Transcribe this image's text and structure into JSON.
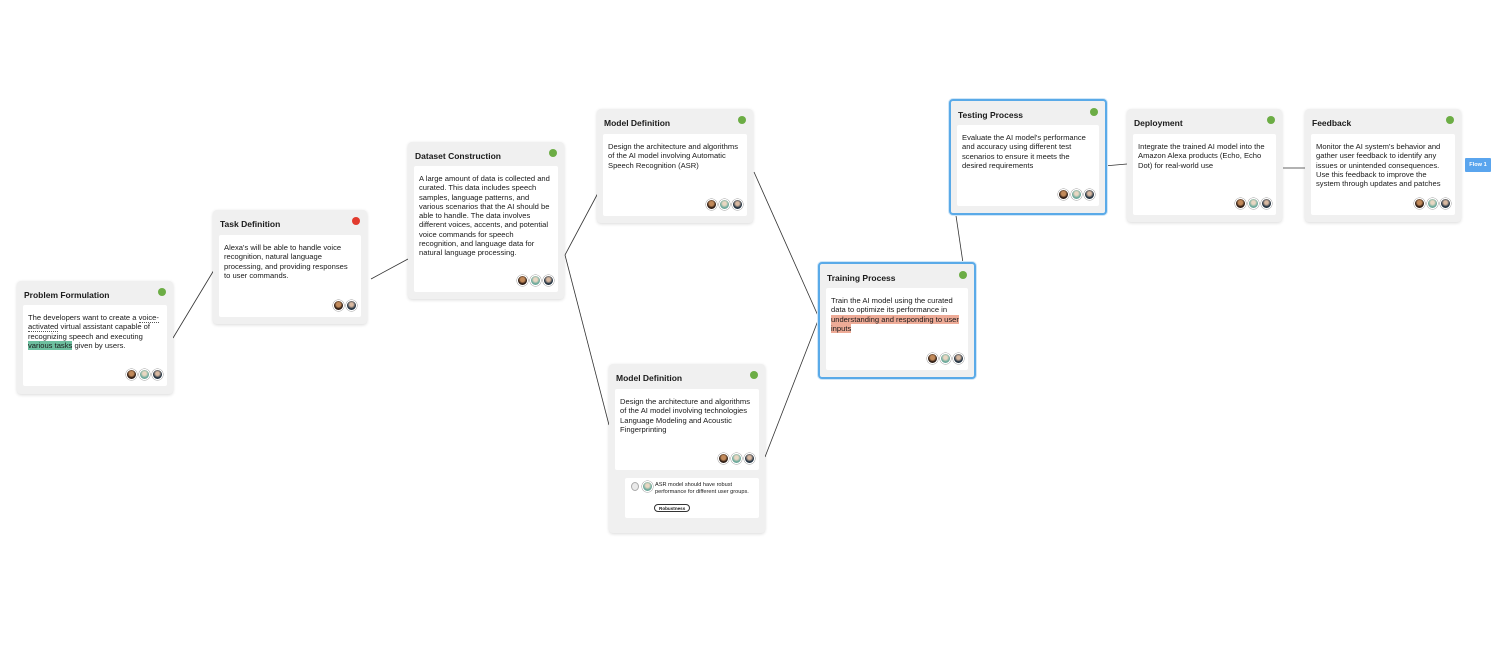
{
  "cards": {
    "problem_formulation": {
      "title": "Problem Formulation",
      "status_color": "#6cad45",
      "text_parts": [
        "The developers want to create a ",
        "voice-activated",
        " virtual assistant capable of recognizing speech and executing ",
        "various tasks",
        " given by users."
      ]
    },
    "task_definition": {
      "title": "Task Definition",
      "status_color": "#e23b2e",
      "text": "Alexa's will be able to handle voice recognition, natural language processing, and providing responses to user commands."
    },
    "dataset_construction": {
      "title": "Dataset Construction",
      "status_color": "#6cad45",
      "text": "A large amount of data is collected and curated. This data includes speech samples, language patterns, and various scenarios that the AI should be able to handle. The data involves different voices, accents, and potential voice commands for speech recognition, and language data for natural language processing."
    },
    "model_definition_asr": {
      "title": "Model Definition",
      "status_color": "#6cad45",
      "text": "Design the architecture and algorithms of the AI model involving Automatic Speech Recognition (ASR)"
    },
    "model_definition_lm": {
      "title": "Model Definition",
      "status_color": "#6cad45",
      "text": "Design the architecture and algorithms of the AI model involving technologies Language Modeling and Acoustic Fingerprinting",
      "comment": {
        "text": "ASR model should have robust performance for different user groups.",
        "tag": "Robustness"
      }
    },
    "training_process": {
      "title": "Training Process",
      "status_color": "#6cad45",
      "text_parts": [
        "Train the AI model using the curated data to optimize its performance in ",
        "understanding and responding to user inputs"
      ]
    },
    "testing_process": {
      "title": "Testing Process",
      "status_color": "#6cad45",
      "text": "Evaluate the AI model's performance and accuracy using different test scenarios to ensure it meets the desired requirements"
    },
    "deployment": {
      "title": "Deployment",
      "status_color": "#6cad45",
      "text": "Integrate the trained AI model into the Amazon Alexa products (Echo, Echo Dot) for real-world use"
    },
    "feedback": {
      "title": "Feedback",
      "status_color": "#6cad45",
      "text": "Monitor the AI system's behavior and gather user feedback to identify any issues or unintended consequences. Use this feedback to improve the system through updates and patches"
    }
  },
  "flow_tag": "Flow 1",
  "colors": {
    "card_bg": "#f0f0f0",
    "selected_border": "#5aaae8",
    "highlight_green": "#6dbf9f",
    "highlight_salmon": "#eeab97",
    "flow_tag": "#5aa5ee"
  }
}
